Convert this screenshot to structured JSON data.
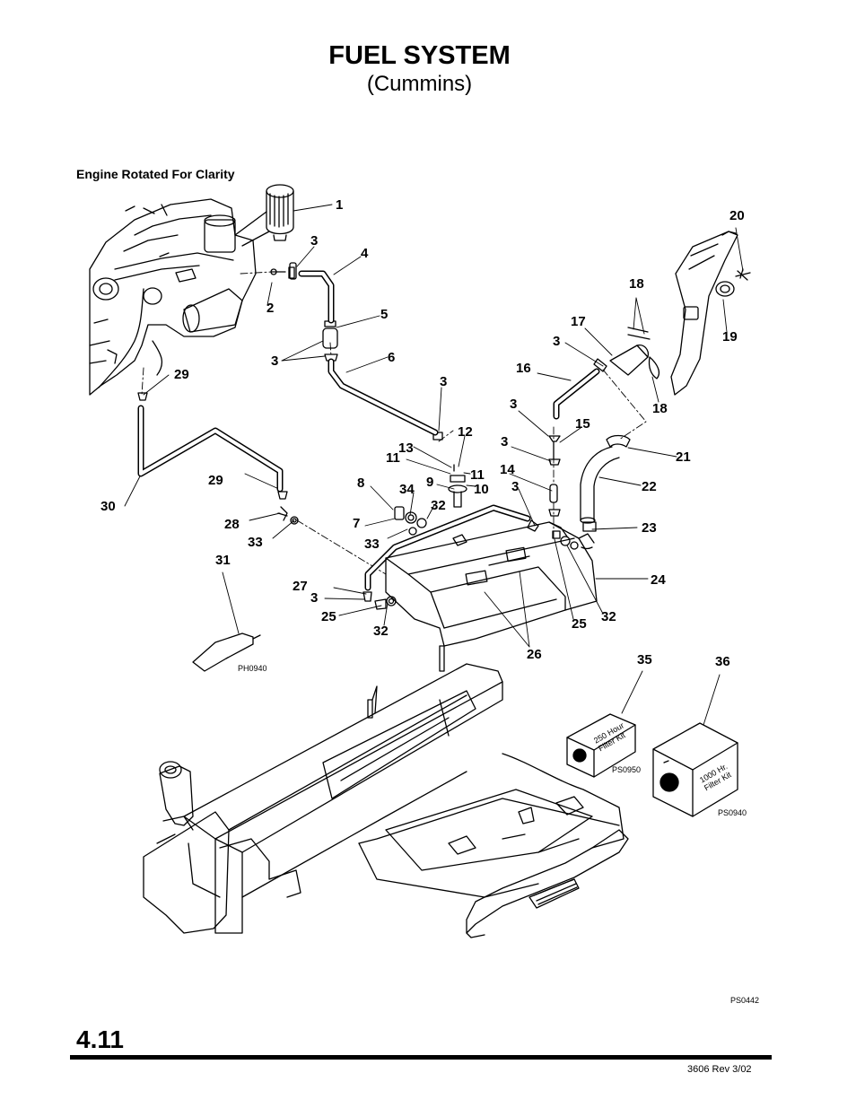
{
  "header": {
    "title": "FUEL SYSTEM",
    "subtitle": "(Cummins)",
    "note": "Engine Rotated For Clarity"
  },
  "footer": {
    "section": "4.11",
    "doc_number": "3606  Rev  3/02"
  },
  "kits": {
    "kit_250": "250 Hour Filter Kit",
    "kit_1000": "1000 Hr. Filter Kit"
  },
  "image_codes": [
    "PH0940",
    "PS0950",
    "PS0940",
    "PS0442"
  ],
  "callouts": [
    "1",
    "3",
    "4",
    "20",
    "2",
    "5",
    "18",
    "17",
    "3",
    "19",
    "3",
    "6",
    "29",
    "16",
    "3",
    "18",
    "3",
    "3",
    "12",
    "15",
    "13",
    "11",
    "3",
    "21",
    "11",
    "10",
    "9",
    "14",
    "29",
    "8",
    "34",
    "22",
    "3",
    "30",
    "32",
    "28",
    "7",
    "33",
    "23",
    "33",
    "31",
    "24",
    "27",
    "3",
    "25",
    "32",
    "25",
    "32",
    "26",
    "35",
    "36"
  ]
}
